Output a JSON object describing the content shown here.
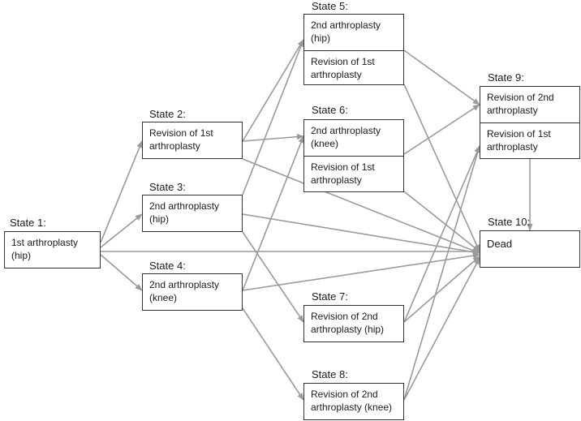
{
  "states": [
    {
      "id": "s1",
      "label": "State 1:",
      "cells": [
        "1st arthroplasty\n(hip)"
      ]
    },
    {
      "id": "s2",
      "label": "State 2:",
      "cells": [
        "Revision of 1st\narthroplasty"
      ]
    },
    {
      "id": "s3",
      "label": "State 3:",
      "cells": [
        "2nd arthroplasty\n(hip)"
      ]
    },
    {
      "id": "s4",
      "label": "State 4:",
      "cells": [
        "2nd arthroplasty\n(knee)"
      ]
    },
    {
      "id": "s5",
      "label": "State 5:",
      "cells": [
        "2nd arthroplasty\n(hip)",
        "Revision of 1st\narthroplasty"
      ]
    },
    {
      "id": "s6",
      "label": "State 6:",
      "cells": [
        "2nd arthroplasty\n(knee)",
        "Revision of 1st\narthroplasty"
      ]
    },
    {
      "id": "s7",
      "label": "State 7:",
      "cells": [
        "Revision of 2nd\narthroplasty (hip)"
      ]
    },
    {
      "id": "s8",
      "label": "State 8:",
      "cells": [
        "Revision of 2nd\narthroplasty (knee)"
      ]
    },
    {
      "id": "s9",
      "label": "State 9:",
      "cells": [
        "Revision of 2nd\narthroplasty",
        "Revision of 1st\narthroplasty"
      ]
    },
    {
      "id": "s10",
      "label": "State 10:",
      "cells": [
        "Dead"
      ]
    }
  ],
  "transitions": [
    [
      "s1",
      "s2"
    ],
    [
      "s1",
      "s3"
    ],
    [
      "s1",
      "s4"
    ],
    [
      "s1",
      "s10"
    ],
    [
      "s2",
      "s5"
    ],
    [
      "s2",
      "s6"
    ],
    [
      "s2",
      "s10"
    ],
    [
      "s3",
      "s5"
    ],
    [
      "s3",
      "s7"
    ],
    [
      "s3",
      "s10"
    ],
    [
      "s4",
      "s6"
    ],
    [
      "s4",
      "s8"
    ],
    [
      "s4",
      "s10"
    ],
    [
      "s5",
      "s9"
    ],
    [
      "s5",
      "s10"
    ],
    [
      "s6",
      "s9"
    ],
    [
      "s6",
      "s10"
    ],
    [
      "s7",
      "s9"
    ],
    [
      "s7",
      "s10"
    ],
    [
      "s8",
      "s9"
    ],
    [
      "s8",
      "s10"
    ],
    [
      "s9",
      "s10"
    ]
  ],
  "colors": {
    "arrow": "#9a9a9a",
    "border": "#333333",
    "text": "#1a1a1a"
  }
}
